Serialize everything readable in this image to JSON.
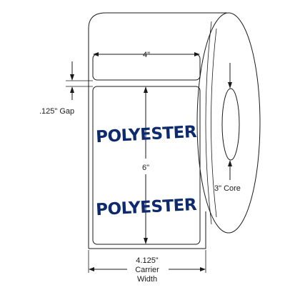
{
  "diagram": {
    "labels": {
      "label_width": "4\"",
      "label_length": "6\"",
      "gap": ".125\" Gap",
      "core": "3\" Core",
      "carrier_value": "4.125\"",
      "carrier_word": "Carrier",
      "width_word": "Width"
    },
    "material_text": [
      "POLYESTER",
      "POLYESTER"
    ],
    "colors": {
      "outline": "#1a1a1a",
      "brand_text": "#0d2a6e",
      "background": "#ffffff"
    }
  }
}
